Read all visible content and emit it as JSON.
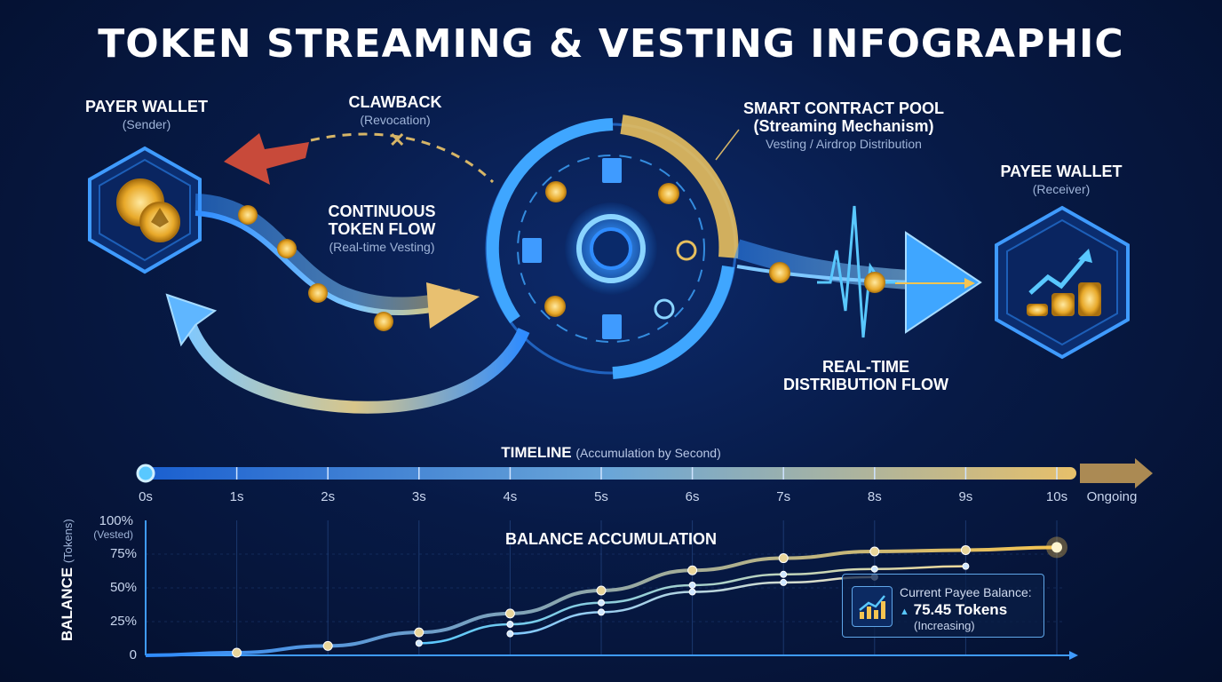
{
  "title": "TOKEN STREAMING & VESTING INFOGRAPHIC",
  "payer": {
    "title": "PAYER WALLET",
    "subtitle": "(Sender)"
  },
  "clawback": {
    "title": "CLAWBACK",
    "subtitle": "(Revocation)"
  },
  "flow": {
    "title_line1": "CONTINUOUS",
    "title_line2": "TOKEN FLOW",
    "subtitle": "(Real-time Vesting)"
  },
  "pool": {
    "title_line1": "SMART CONTRACT POOL",
    "title_line2": "(Streaming Mechanism)",
    "subtitle": "Vesting / Airdrop Distribution"
  },
  "payee": {
    "title": "PAYEE WALLET",
    "subtitle": "(Receiver)"
  },
  "distribution": {
    "line1": "REAL-TIME",
    "line2": "DISTRIBUTION FLOW"
  },
  "timeline": {
    "title": "TIMELINE",
    "subtitle": "(Accumulation by Second)",
    "ticks": [
      "0s",
      "1s",
      "2s",
      "3s",
      "4s",
      "5s",
      "6s",
      "7s",
      "8s",
      "9s",
      "10s",
      "Ongoing"
    ]
  },
  "chart_data": {
    "type": "line",
    "title": "BALANCE ACCUMULATION",
    "ylabel": "BALANCE",
    "ylabel_sub": "(Tokens)",
    "y_top_label": "100%",
    "y_top_sub": "(Vested)",
    "y_ticks": [
      "0",
      "25%",
      "50%",
      "75%"
    ],
    "x": [
      0,
      1,
      2,
      3,
      4,
      5,
      6,
      7,
      8,
      9,
      10
    ],
    "ylim": [
      0,
      100
    ],
    "series": [
      {
        "values": [
          0,
          2,
          7,
          17,
          31,
          48,
          63,
          72,
          77,
          78,
          80
        ]
      },
      {
        "values": [
          null,
          null,
          null,
          9,
          23,
          39,
          52,
          60,
          64,
          66,
          null
        ]
      },
      {
        "values": [
          null,
          null,
          null,
          null,
          16,
          32,
          47,
          54,
          58,
          null,
          null
        ]
      }
    ],
    "grid": true
  },
  "balance": {
    "label": "Current Payee Balance:",
    "value": "75.45 Tokens",
    "status": "(Increasing)"
  },
  "colors": {
    "blue": "#2f8cff",
    "gold": "#f5c451",
    "cyan": "#59c8ff"
  }
}
